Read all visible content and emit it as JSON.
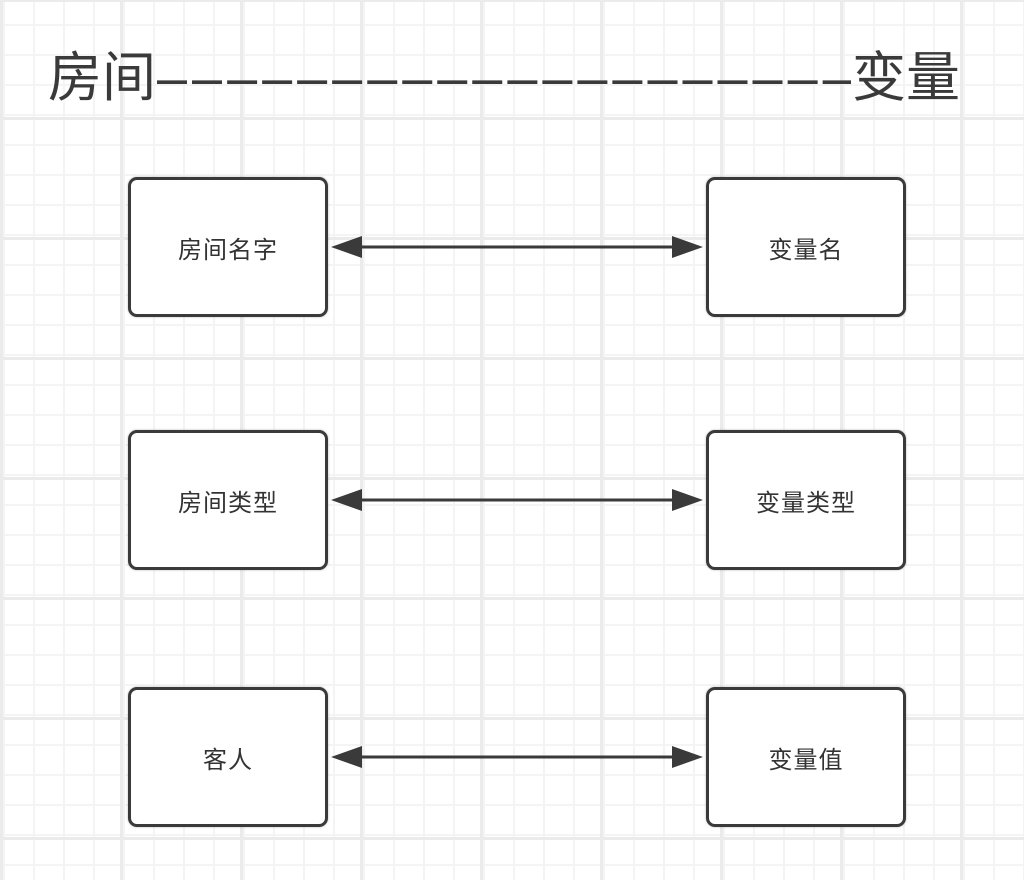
{
  "title": {
    "left": "房间",
    "dashes": "––––––––––––––––––––––",
    "right": "变量"
  },
  "diagram": {
    "rows": [
      {
        "left": "房间名字",
        "right": "变量名"
      },
      {
        "left": "房间类型",
        "right": "变量类型"
      },
      {
        "left": "客人",
        "right": "变量值"
      }
    ]
  },
  "colors": {
    "stroke": "#3a3a3a",
    "text": "#333333",
    "bg": "#ffffff",
    "grid_minor": "#f4f4f4",
    "grid_major": "#ebebeb"
  }
}
